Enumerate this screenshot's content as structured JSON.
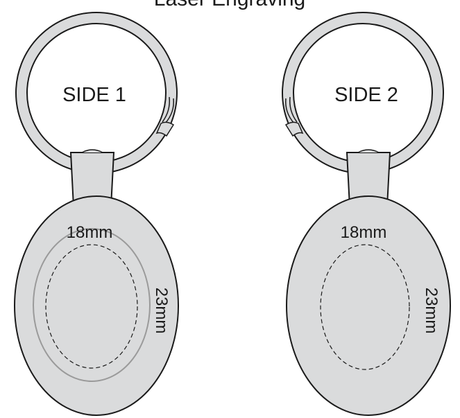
{
  "header": {
    "title": "Laser Engraving"
  },
  "side1": {
    "label": "SIDE 1",
    "width_label": "18mm",
    "height_label": "23mm"
  },
  "side2": {
    "label": "SIDE 2",
    "width_label": "18mm",
    "height_label": "23mm"
  },
  "colors": {
    "metal": "#dadbdc",
    "outline": "#1a1a1a",
    "engrave_area": "#9a9a9a",
    "background": "#ffffff"
  }
}
